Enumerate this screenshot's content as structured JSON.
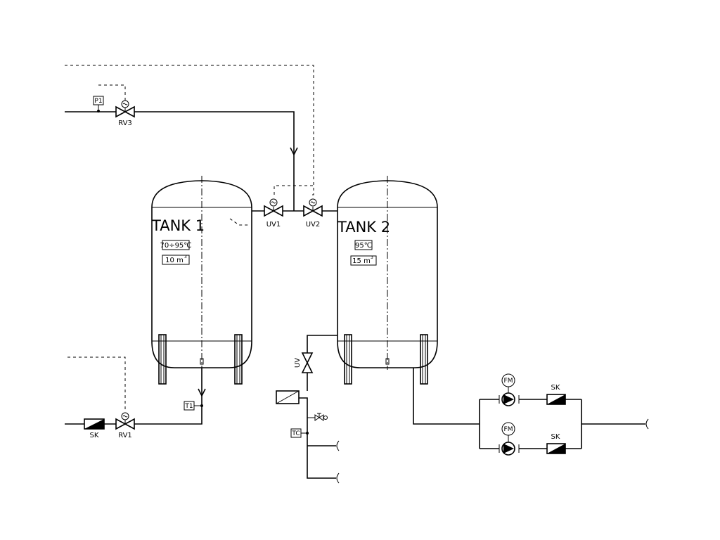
{
  "tanks": [
    {
      "name": "TANK 1",
      "temperature": "70÷95℃",
      "volume": "10 m",
      "volume_unit_exp": "3"
    },
    {
      "name": "TANK 2",
      "temperature": "95℃",
      "volume": "15 m",
      "volume_unit_exp": "3"
    }
  ],
  "valves": {
    "rv3": "RV3",
    "uv1": "UV1",
    "uv2": "UV2",
    "uv": "UV",
    "rv1": "RV1"
  },
  "instruments": {
    "p1": "P1",
    "t1": "T1",
    "tc": "TC",
    "fm_top": "FM",
    "fm_bottom": "FM"
  },
  "check_valves": {
    "left": "SK",
    "pump_top": "SK",
    "pump_bottom": "SK"
  }
}
